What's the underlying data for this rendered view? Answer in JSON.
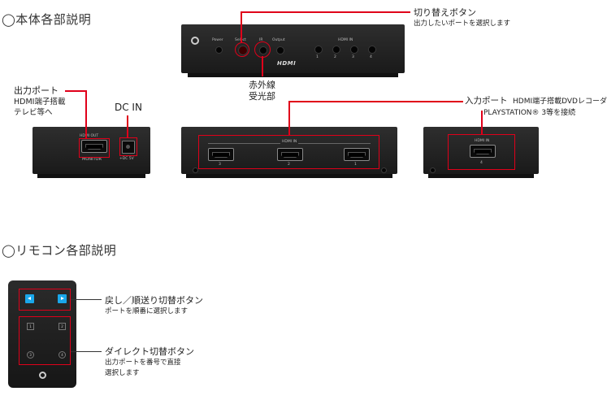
{
  "section1": {
    "heading": "◯本体各部説明"
  },
  "front_device": {
    "power": "Power",
    "select": "Select",
    "ir": "IR",
    "output": "Output",
    "hdmi_in": "HDMI IN",
    "ports": [
      "1",
      "2",
      "3",
      "4"
    ],
    "logo": "HDMI"
  },
  "callouts": {
    "switch_title": "切り替えボタン",
    "switch_desc": "出力したいポートを選択します",
    "ir_line1": "赤外線",
    "ir_line2": "受光部",
    "output_line1": "出力ポート",
    "output_line2": "HDMI端子搭載",
    "output_line3": "テレビ等へ",
    "dcin": "DC IN",
    "input_title": "入力ポート",
    "input_desc1": "HDMI端子搭載DVDレコーダ、",
    "input_desc2": "PLAYSTATION® 3等を接続"
  },
  "back_left": {
    "hdmi_out": "HDMI OUT",
    "monitor": "MONITOR",
    "power": "+DC 5V"
  },
  "back_middle": {
    "hdmi_in": "HDMI IN",
    "ports": [
      "3",
      "2",
      "1"
    ]
  },
  "back_right": {
    "hdmi_in": "HDMI IN",
    "port": "4"
  },
  "section2": {
    "heading": "◯リモコン各部説明"
  },
  "remote": {
    "buttons": [
      "1",
      "2",
      "3",
      "4"
    ],
    "callout1_title": "戻し／順送り切替ボタン",
    "callout1_desc": "ポートを順番に選択します",
    "callout2_title": "ダイレクト切替ボタン",
    "callout2_desc1": "出力ポートを番号で直接",
    "callout2_desc2": "選択します"
  },
  "colors": {
    "highlight": "#e0001a",
    "remote_button": "#1aa7ea",
    "device_body": "#222222"
  }
}
